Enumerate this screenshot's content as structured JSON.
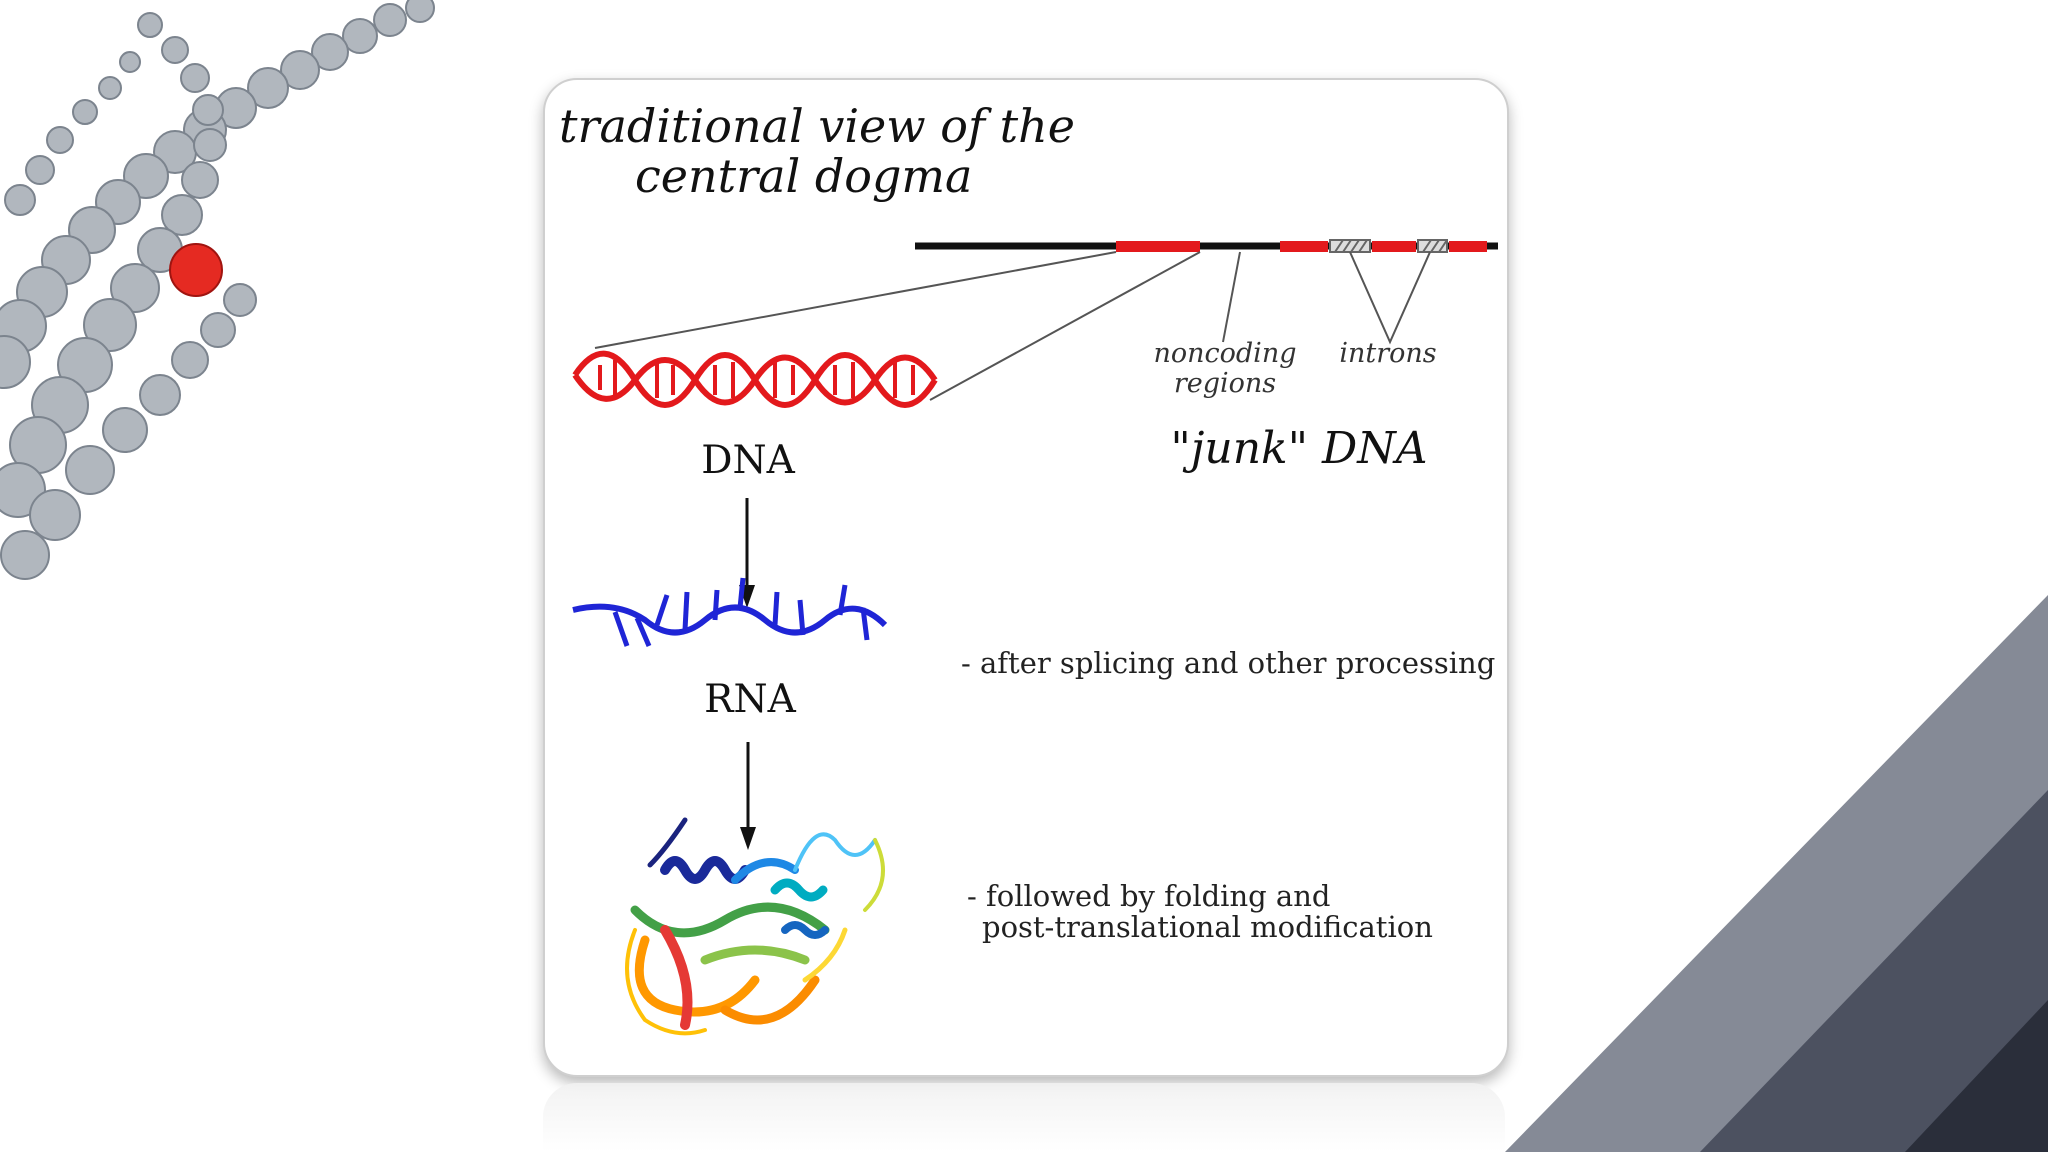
{
  "diagram": {
    "title_line1": "traditional view of the",
    "title_line2": "central dogma",
    "label_noncoding_line1": "noncoding",
    "label_noncoding_line2": "regions",
    "label_introns": "introns",
    "label_junk": "\"junk\" DNA",
    "label_dna": "DNA",
    "label_rna": "RNA",
    "note_rna": "- after splicing and other processing",
    "note_protein_line1": "- followed by folding and",
    "note_protein_line2": "post-translational modification"
  },
  "colors": {
    "dna_helix": "#e3191c",
    "rna_strand": "#1f25d6",
    "exon": "#e3191c",
    "background_dark": "#2f3442",
    "background_mid": "#7d8391"
  },
  "icons": [
    "dna-helix-decoration",
    "dna-double-helix-icon",
    "rna-strand-icon",
    "protein-ribbon-icon"
  ]
}
